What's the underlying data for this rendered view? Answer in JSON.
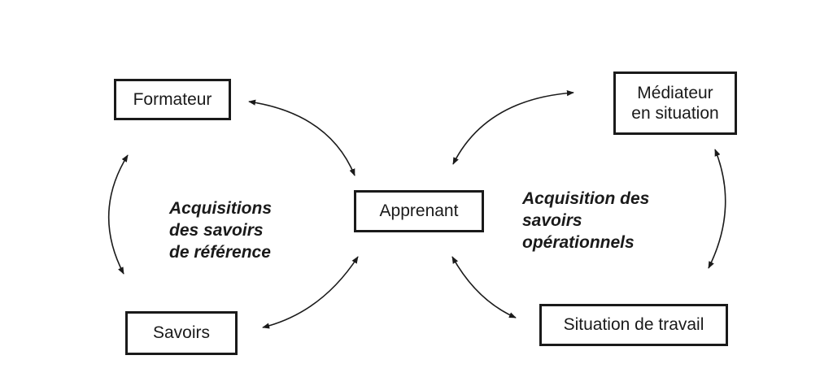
{
  "boxes": {
    "formateur": "Formateur",
    "mediateur_line1": "Médiateur",
    "mediateur_line2": "en situation",
    "apprenant": "Apprenant",
    "savoirs": "Savoirs",
    "situation": "Situation de travail"
  },
  "labels": {
    "left": [
      "Acquisitions",
      "des savoirs",
      "de référence"
    ],
    "right": [
      "Acquisition des",
      "savoirs",
      "opérationnels"
    ]
  }
}
